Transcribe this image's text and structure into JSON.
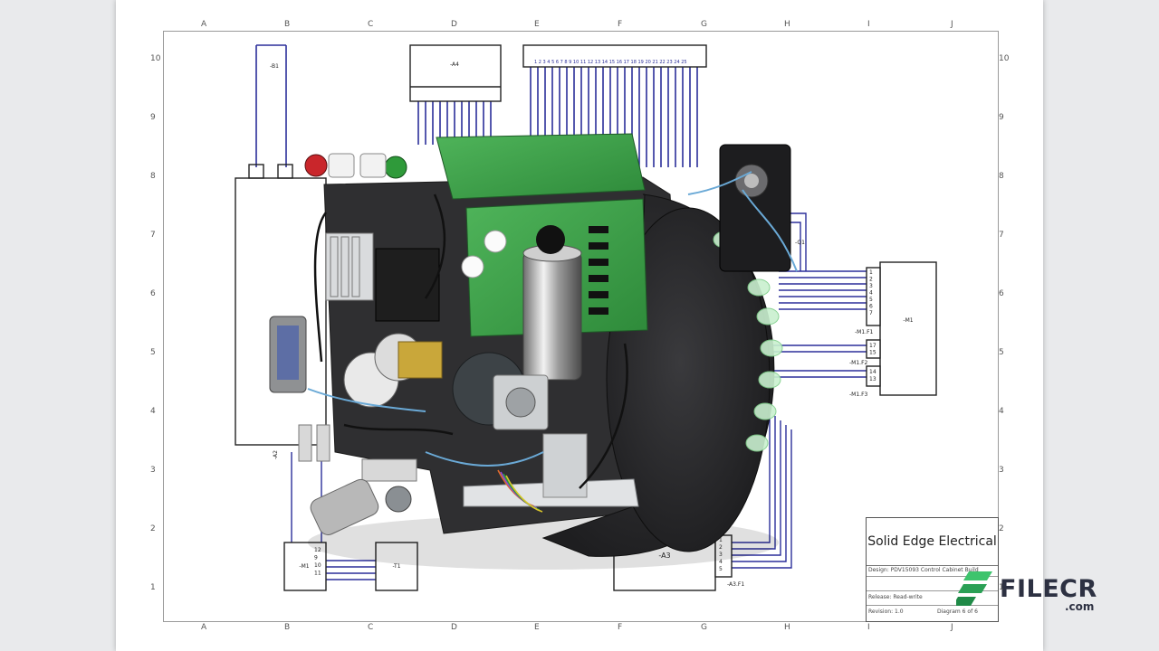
{
  "columns_top": [
    "A",
    "B",
    "C",
    "D",
    "E",
    "F",
    "G",
    "H",
    "I",
    "J"
  ],
  "columns_bottom": [
    "A",
    "B",
    "C",
    "D",
    "E",
    "F",
    "G",
    "H",
    "I",
    "J"
  ],
  "rows": [
    "10",
    "9",
    "8",
    "7",
    "6",
    "5",
    "4",
    "3",
    "2",
    "1"
  ],
  "components": {
    "A4": "-A4",
    "M1_right": "-M1",
    "M1_bottom": "-M1",
    "T1": "-T1",
    "A3": "-A3",
    "Q1": "-Q1",
    "B1": "-B1",
    "M1F1": "-M1.F1",
    "M1F2": "-M1.F2",
    "M1F3": "-M1.F3",
    "A3F1": "-A3.F1",
    "A2": "-A2"
  },
  "terminals": {
    "m1_right_group1": [
      "1",
      "2",
      "3",
      "4",
      "5",
      "6",
      "7"
    ],
    "m1_right_group2": [
      "17",
      "15"
    ],
    "m1_right_group3": [
      "14",
      "13"
    ],
    "a3_group": [
      "1",
      "2",
      "3",
      "4",
      "5"
    ],
    "m1_bottom": [
      "12",
      "9",
      "10",
      "11"
    ]
  },
  "title_block": {
    "title": "Solid Edge Electrical",
    "design": "Design: PDV15093 Control Cabinet Build",
    "release": "Release: Read-write",
    "revision": "Revision: 1.0",
    "diagram": "Diagram 6 of 6"
  },
  "watermark": {
    "brand": "FILECR",
    "suffix": ".com"
  },
  "colors": {
    "wire": "#2b2f9a",
    "panel": "#2d2d2f",
    "pcb": "#3fa14b",
    "accent_green": "#29a852"
  }
}
